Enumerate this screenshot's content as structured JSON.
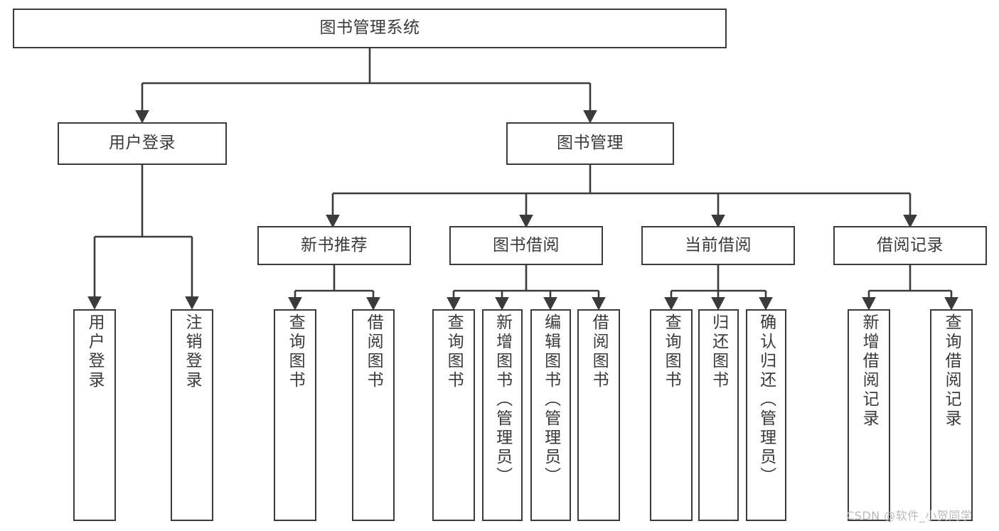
{
  "diagram": {
    "title": "图书管理系统",
    "type": "tree-hierarchy-chart",
    "watermark": "CSDN @软件_小贺同学",
    "colors": {
      "box_border": "#3b3b3b",
      "text": "#3a3a3a",
      "background": "#ffffff",
      "watermark": "#b9b9b9"
    },
    "nodes": {
      "root": {
        "label": "图书管理系统",
        "level": 0,
        "orientation": "horizontal"
      },
      "l1": [
        {
          "label": "用户登录",
          "orientation": "horizontal"
        },
        {
          "label": "图书管理",
          "orientation": "horizontal"
        }
      ],
      "l2": [
        {
          "label": "新书推荐",
          "orientation": "horizontal"
        },
        {
          "label": "图书借阅",
          "orientation": "horizontal"
        },
        {
          "label": "当前借阅",
          "orientation": "horizontal"
        },
        {
          "label": "借阅记录",
          "orientation": "horizontal"
        }
      ],
      "leaves_user_login": [
        {
          "label": "用户登录",
          "orientation": "vertical"
        },
        {
          "label": "注销登录",
          "orientation": "vertical"
        }
      ],
      "leaves_new_book": [
        {
          "label": "查询图书",
          "orientation": "vertical"
        },
        {
          "label": "借阅图书",
          "orientation": "vertical"
        }
      ],
      "leaves_borrow": [
        {
          "label": "查询图书",
          "orientation": "vertical"
        },
        {
          "label": "新增图书（管理员）",
          "orientation": "vertical"
        },
        {
          "label": "编辑图书（管理员）",
          "orientation": "vertical"
        },
        {
          "label": "借阅图书",
          "orientation": "vertical"
        }
      ],
      "leaves_current": [
        {
          "label": "查询图书",
          "orientation": "vertical"
        },
        {
          "label": "归还图书",
          "orientation": "vertical"
        },
        {
          "label": "确认归还（管理员）",
          "orientation": "vertical"
        }
      ],
      "leaves_records": [
        {
          "label": "新增借阅记录",
          "orientation": "vertical"
        },
        {
          "label": "查询借阅记录",
          "orientation": "vertical"
        }
      ]
    }
  }
}
